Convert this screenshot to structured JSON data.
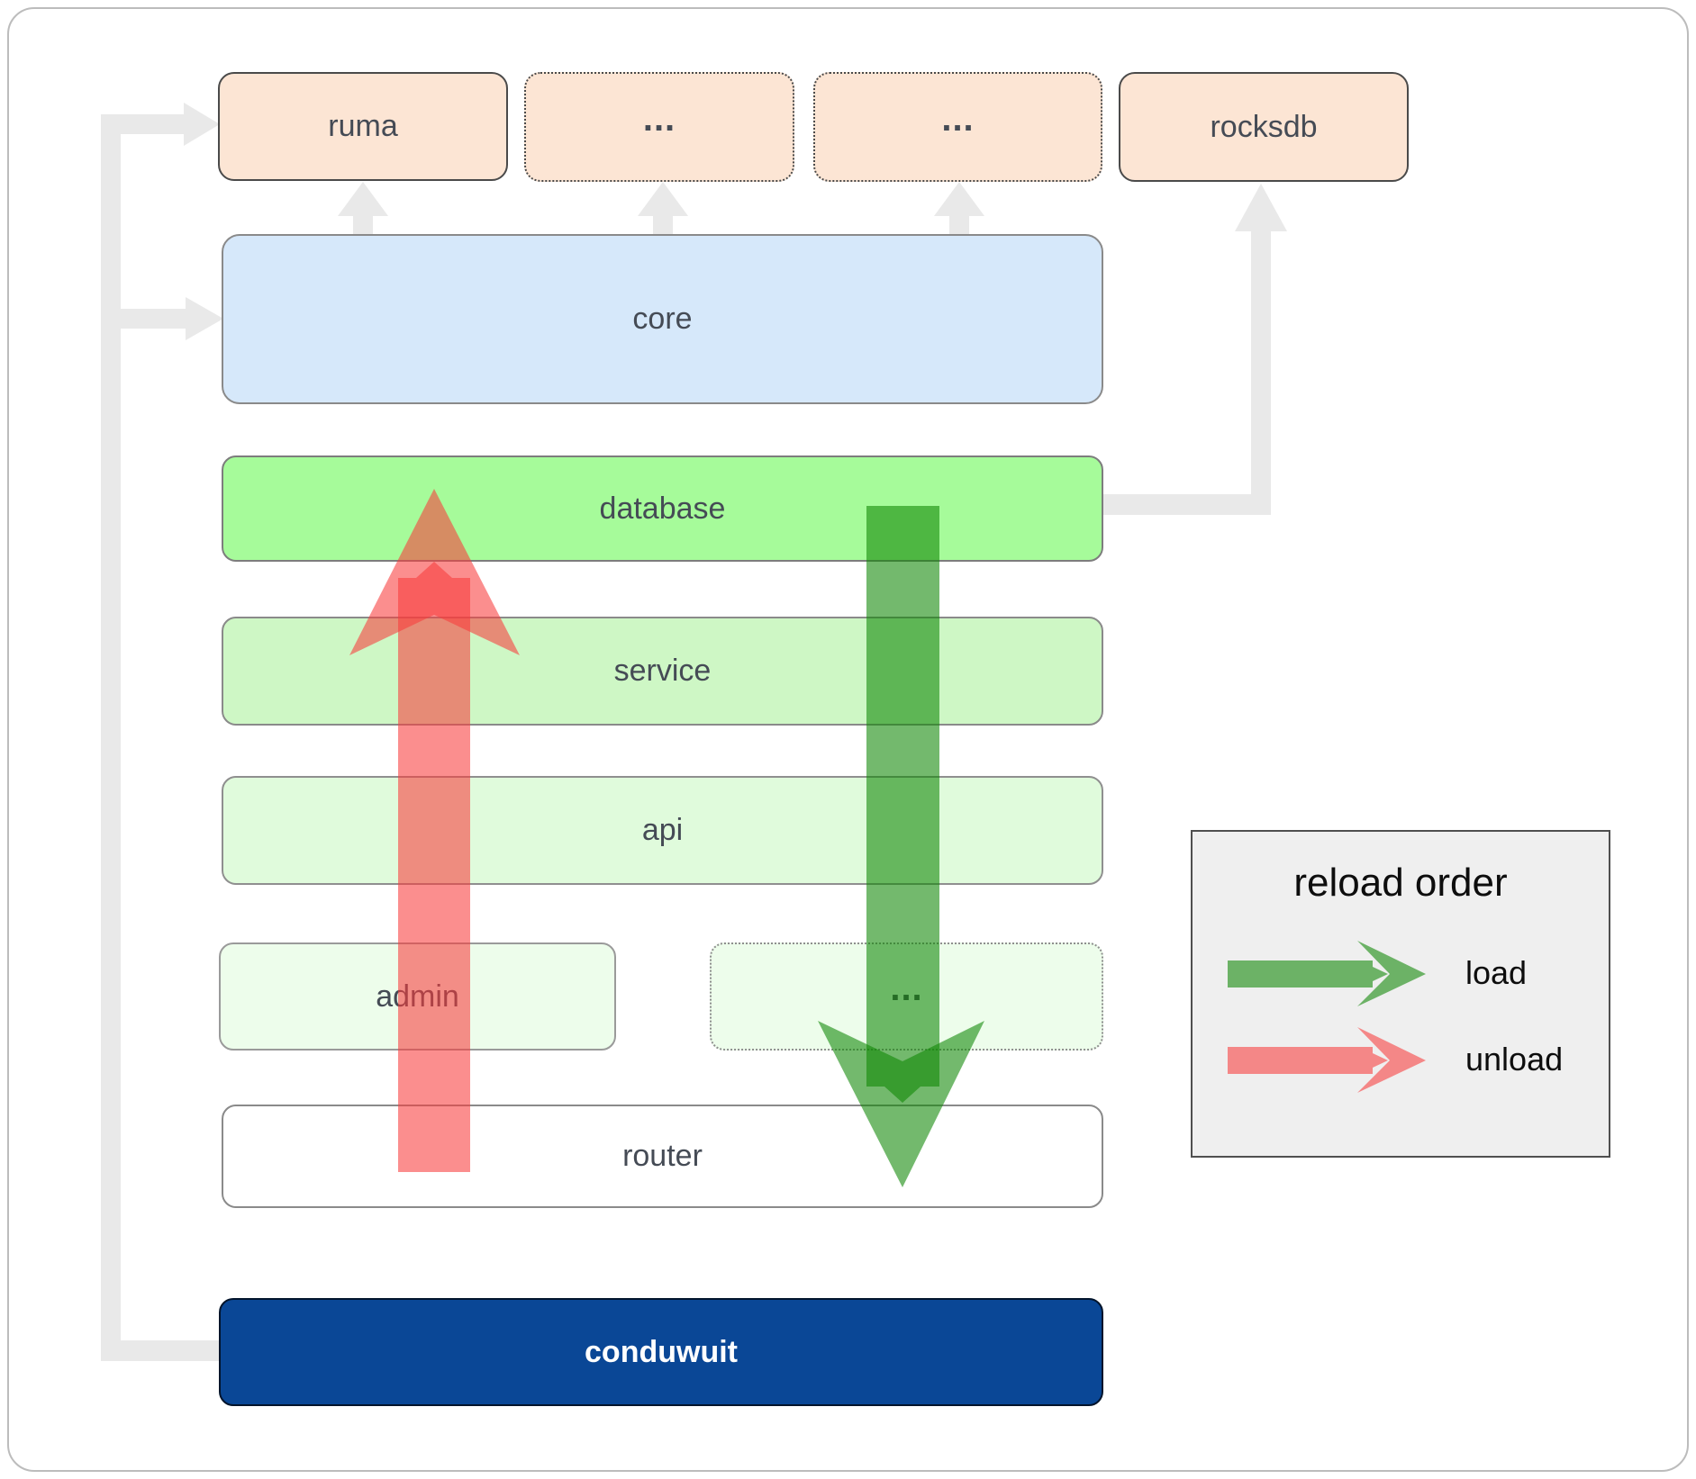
{
  "boxes": {
    "ruma": {
      "label": "ruma"
    },
    "extra_top_1": {
      "label": "..."
    },
    "extra_top_2": {
      "label": "..."
    },
    "rocksdb": {
      "label": "rocksdb"
    },
    "core": {
      "label": "core"
    },
    "database": {
      "label": "database"
    },
    "service": {
      "label": "service"
    },
    "api": {
      "label": "api"
    },
    "admin": {
      "label": "admin"
    },
    "extra_services": {
      "label": "..."
    },
    "router": {
      "label": "router"
    },
    "conduwuit": {
      "label": "conduwuit"
    }
  },
  "legend": {
    "title": "reload order",
    "items": [
      {
        "label": "load",
        "color": "#0e8603"
      },
      {
        "label": "unload",
        "color": "#f83c3c"
      }
    ]
  },
  "colors": {
    "load_arrow": "#0e8603",
    "unload_arrow": "#f83c3c",
    "connector": "#e9e9e9",
    "ruma_fill": "#fce5d4",
    "core_fill": "#d6e8fa",
    "database_fill": "#a6fb9a",
    "service_fill": "#cef7c5",
    "api_fill": "#e0fbdc",
    "admin_fill": "#edfdeb",
    "router_fill": "#ffffff",
    "conduwuit_fill": "#0a4796",
    "legend_fill": "#efefef",
    "label_text": "#454b55"
  }
}
